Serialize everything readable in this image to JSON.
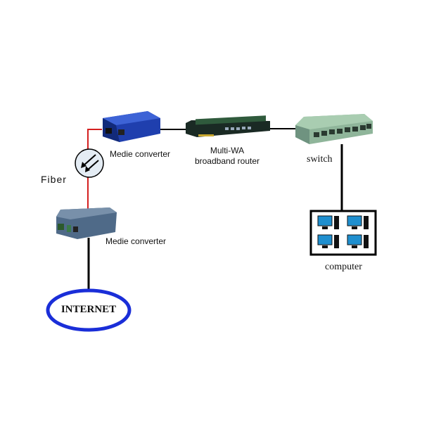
{
  "labels": {
    "top_converter": "Medie converter",
    "bottom_converter": "Medie converter",
    "fiber": "Fiber",
    "router_line1": "Multi-WA",
    "router_line2": "broadband router",
    "switch": "switch",
    "computer": "computer",
    "internet": "INTERNET"
  },
  "colors": {
    "fiber_line": "#d42020",
    "cable": "#000000",
    "internet_ring": "#1a2ed8",
    "converter_top": "#1f3fae",
    "converter_bottom": "#4f6a88",
    "switch": "#8fb59a",
    "router": "#1a2a24"
  }
}
